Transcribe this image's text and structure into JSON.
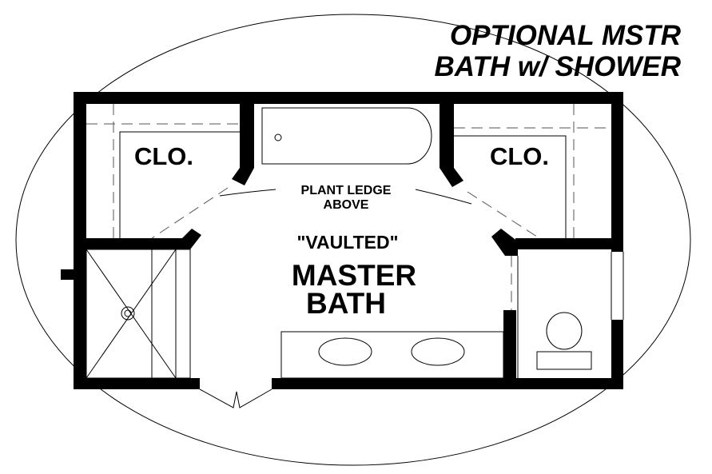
{
  "title": {
    "line1": "OPTIONAL MSTR",
    "line2": "BATH w/ SHOWER"
  },
  "rooms": {
    "closet_left": "CLO.",
    "closet_right": "CLO.",
    "main_line1": "\"VAULTED\"",
    "main_line2": "MASTER",
    "main_line3": "BATH"
  },
  "notes": {
    "plant_ledge_line1": "PLANT LEDGE",
    "plant_ledge_line2": "ABOVE"
  },
  "colors": {
    "wall": "#000000",
    "background": "#ffffff"
  }
}
